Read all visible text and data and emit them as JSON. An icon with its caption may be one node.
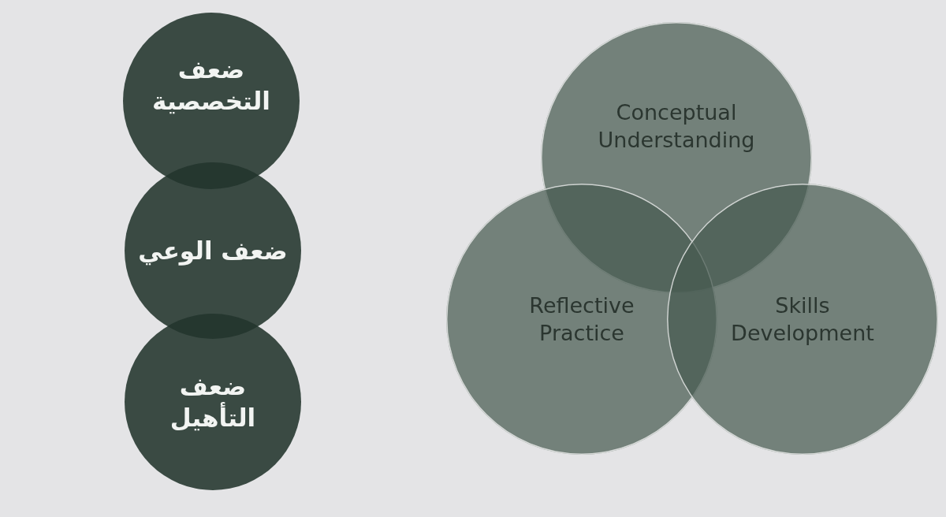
{
  "diagram": {
    "nodes": [
      {
        "text": [
          "ضعف التخصصية"
        ]
      },
      {
        "text": [
          "ضعف الوعي"
        ]
      },
      {
        "text": [
          "ضعف التأهيل"
        ]
      },
      {
        "text": [
          "Conceptual Understanding"
        ]
      },
      {
        "text": [
          "Reflective Practice"
        ]
      },
      {
        "text": [
          "Skills Development"
        ]
      }
    ]
  }
}
